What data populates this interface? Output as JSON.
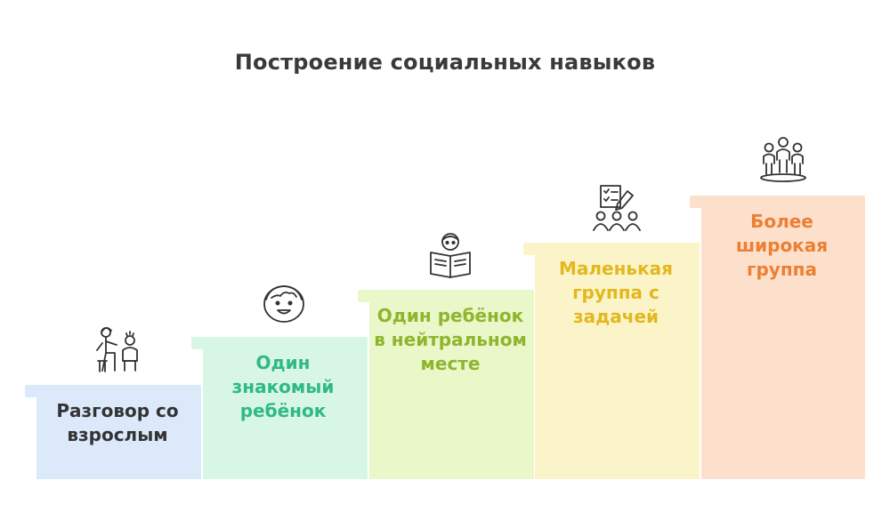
{
  "title": "Построение социальных навыков",
  "steps": [
    {
      "id": "adult",
      "label": "Разговор со взрослым",
      "color": "#dce9fb",
      "text_color": "#333333",
      "icon": "adult-child-icon"
    },
    {
      "id": "familiar",
      "label": "Один знакомый ребёнок",
      "color": "#d8f6e5",
      "text_color": "#2fb985",
      "icon": "child-face-icon"
    },
    {
      "id": "neutral",
      "label": "Один ребёнок в нейтральном месте",
      "color": "#e9f7c9",
      "text_color": "#8fb52c",
      "icon": "reading-child-icon"
    },
    {
      "id": "small-group",
      "label": "Маленькая группа с задачей",
      "color": "#fbf4c8",
      "text_color": "#e3b81e",
      "icon": "group-task-icon"
    },
    {
      "id": "wide-group",
      "label": "Более широкая группа",
      "color": "#fde0cb",
      "text_color": "#ec7f33",
      "icon": "crowd-icon"
    }
  ]
}
